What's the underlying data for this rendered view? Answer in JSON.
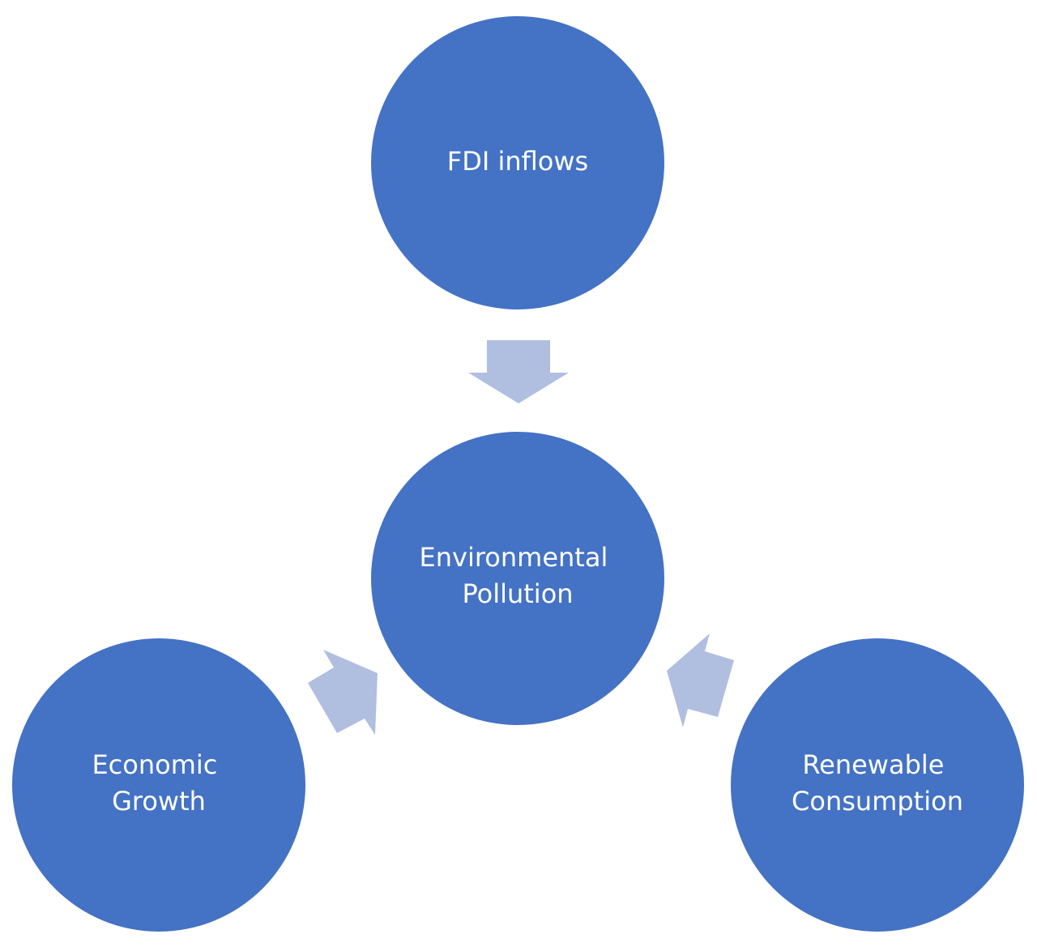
{
  "diagram": {
    "center": {
      "id": "pollution",
      "lines": [
        "Environmental",
        "Pollution"
      ]
    },
    "nodes": [
      {
        "id": "fdi",
        "lines": [
          "FDI inflows"
        ]
      },
      {
        "id": "growth",
        "lines": [
          "Economic",
          "Growth"
        ]
      },
      {
        "id": "renewable",
        "lines": [
          "Renewable",
          "Consumption"
        ]
      }
    ],
    "edges": [
      {
        "from": "fdi",
        "to": "pollution"
      },
      {
        "from": "growth",
        "to": "pollution"
      },
      {
        "from": "renewable",
        "to": "pollution"
      }
    ]
  },
  "colors": {
    "node_fill": "#4472c4",
    "arrow_fill": "#b0bee0",
    "label_text": "#ffffff",
    "background": "#ffffff"
  }
}
